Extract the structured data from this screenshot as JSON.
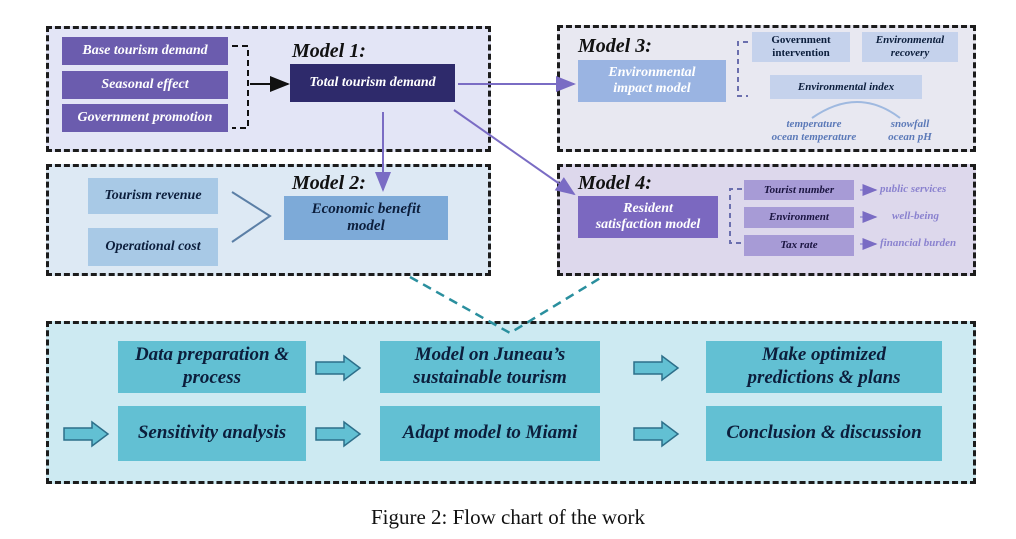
{
  "model1": {
    "title": "Model 1:",
    "inputs": [
      "Base tourism demand",
      "Seasonal effect",
      "Government promotion"
    ],
    "output": "Total tourism demand"
  },
  "model2": {
    "title": "Model 2:",
    "inputs": [
      "Tourism revenue",
      "Operational cost"
    ],
    "output_line1": "Economic benefit",
    "output_line2": "model"
  },
  "model3": {
    "title": "Model 3:",
    "main_line1": "Environmental",
    "main_line2": "impact model",
    "gov_line1": "Government",
    "gov_line2": "intervention",
    "rec_line1": "Environmental",
    "rec_line2": "recovery",
    "index": "Environmental index",
    "left_note_line1": "temperature",
    "left_note_line2": "ocean temperature",
    "right_note_line1": "snowfall",
    "right_note_line2": "ocean pH"
  },
  "model4": {
    "title": "Model 4:",
    "main_line1": "Resident",
    "main_line2": "satisfaction model",
    "factors": [
      "Tourist number",
      "Environment",
      "Tax rate"
    ],
    "effects": [
      "public services",
      "well-being",
      "financial burden"
    ]
  },
  "workflow": {
    "row1": [
      {
        "line1": "Data preparation &",
        "line2": "process"
      },
      {
        "line1": "Model on Juneau’s",
        "line2": "sustainable tourism"
      },
      {
        "line1": "Make optimized",
        "line2": "predictions & plans"
      }
    ],
    "row2": [
      "Sensitivity analysis",
      "Adapt model to Miami",
      "Conclusion & discussion"
    ]
  },
  "caption": "Figure 2: Flow chart of the work"
}
